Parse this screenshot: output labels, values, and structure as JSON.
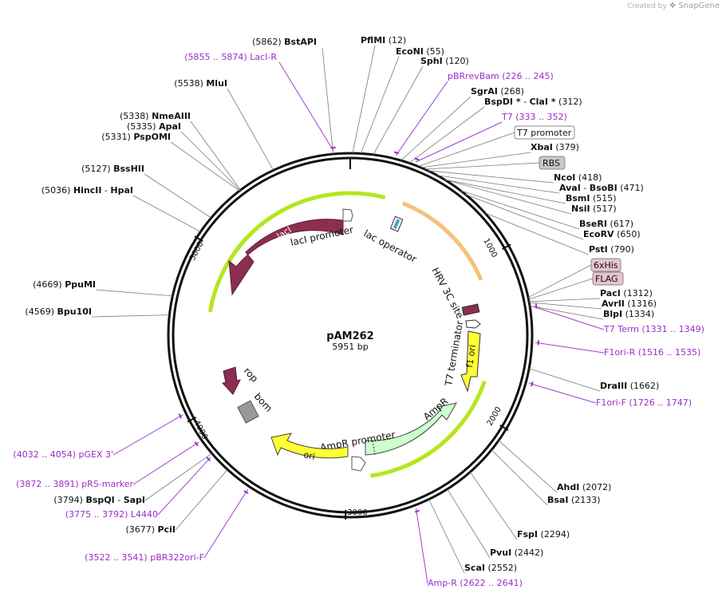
{
  "credit": {
    "prefix": "Created by",
    "brand": "SnapGene"
  },
  "plasmid": {
    "name": "pAM262",
    "length_label": "5951 bp",
    "length": 5951
  },
  "ticks": [
    "1000",
    "2000",
    "3000",
    "4000",
    "5000"
  ],
  "colors": {
    "green_outline": "#b5e61d",
    "orange_outline": "#f5c27a",
    "maroon": "#8b2e52",
    "yellow": "#ffff33",
    "light_green": "#ccffcc",
    "primer": "#9b2dc8",
    "tag_pink": "#e8c3cc",
    "rbs_grey": "#c8c8c8",
    "ori_grey": "#999999"
  },
  "features": [
    {
      "label": "lacI",
      "type": "arrow",
      "color": "maroon"
    },
    {
      "label": "lacI promoter",
      "type": "arrow",
      "color": "white"
    },
    {
      "label": "lac operator",
      "type": "box",
      "color": "teal"
    },
    {
      "label": "HRV 3C site",
      "type": "box",
      "color": "maroon"
    },
    {
      "label": "T7 terminator",
      "type": "arrow",
      "color": "white"
    },
    {
      "label": "f1 ori",
      "type": "arrow",
      "color": "yellow"
    },
    {
      "label": "AmpR",
      "type": "arrow",
      "color": "light_green"
    },
    {
      "label": "AmpR promoter",
      "type": "arrow",
      "color": "white"
    },
    {
      "label": "ori",
      "type": "arrow",
      "color": "yellow"
    },
    {
      "label": "rop",
      "type": "arrow",
      "color": "maroon"
    },
    {
      "label": "bom",
      "type": "box",
      "color": "grey"
    }
  ],
  "sites": [
    {
      "pos": "(5862)",
      "name": "BstAPI"
    },
    {
      "name": "PflMI",
      "pos": "(12)"
    },
    {
      "name": "EcoNI",
      "pos": "(55)"
    },
    {
      "name": "SphI",
      "pos": "(120)"
    },
    {
      "name": "SgrAI",
      "pos": "(268)"
    },
    {
      "name": "BspDI *",
      "sep": " - ",
      "name2": "ClaI *",
      "pos": "(312)"
    },
    {
      "name": "XbaI",
      "pos": "(379)"
    },
    {
      "name": "NcoI",
      "pos": "(418)"
    },
    {
      "name": "AvaI",
      "sep": " - ",
      "name2": "BsoBI",
      "pos": "(471)"
    },
    {
      "name": "BsmI",
      "pos": "(515)"
    },
    {
      "name": "NsiI",
      "pos": "(517)"
    },
    {
      "name": "BseRI",
      "pos": "(617)"
    },
    {
      "name": "EcoRV",
      "pos": "(650)"
    },
    {
      "name": "PstI",
      "pos": "(790)"
    },
    {
      "name": "PacI",
      "pos": "(1312)"
    },
    {
      "name": "AvrII",
      "pos": "(1316)"
    },
    {
      "name": "BlpI",
      "pos": "(1334)"
    },
    {
      "name": "DraIII",
      "pos": "(1662)"
    },
    {
      "name": "AhdI",
      "pos": "(2072)"
    },
    {
      "name": "BsaI",
      "pos": "(2133)"
    },
    {
      "name": "FspI",
      "pos": "(2294)"
    },
    {
      "name": "PvuI",
      "pos": "(2442)"
    },
    {
      "name": "ScaI",
      "pos": "(2552)"
    },
    {
      "pos": "(5538)",
      "name": "MluI"
    },
    {
      "pos": "(5338)",
      "name": "NmeAIII"
    },
    {
      "pos": "(5335)",
      "name": "ApaI"
    },
    {
      "pos": "(5331)",
      "name": "PspOMI"
    },
    {
      "pos": "(5127)",
      "name": "BssHII"
    },
    {
      "pos": "(5036)",
      "name": "HincII",
      "sep": " - ",
      "name2": "HpaI"
    },
    {
      "pos": "(4669)",
      "name": "PpuMI"
    },
    {
      "pos": "(4569)",
      "name": "Bpu10I"
    },
    {
      "pos": "(3794)",
      "name": "BspQI",
      "sep": " - ",
      "name2": "SapI"
    },
    {
      "pos": "(3677)",
      "name": "PciI"
    }
  ],
  "primers": [
    {
      "range": "(5855 .. 5874)",
      "name": "LacI-R"
    },
    {
      "name": "pBRrevBam",
      "range": "(226 .. 245)"
    },
    {
      "name": "T7",
      "range": "(333 .. 352)"
    },
    {
      "name": "T7 Term",
      "range": "(1331 .. 1349)"
    },
    {
      "name": "F1ori-R",
      "range": "(1516 .. 1535)"
    },
    {
      "name": "F1ori-F",
      "range": "(1726 .. 1747)"
    },
    {
      "name": "Amp-R",
      "range": "(2622 .. 2641)"
    },
    {
      "range": "(4032 .. 4054)",
      "name": "pGEX 3'"
    },
    {
      "range": "(3872 .. 3891)",
      "name": "pRS-marker"
    },
    {
      "range": "(3775 .. 3792)",
      "name": "L4440"
    },
    {
      "range": "(3522 .. 3541)",
      "name": "pBR322ori-F"
    }
  ],
  "tags": [
    "T7 promoter",
    "RBS",
    "6xHis",
    "FLAG"
  ]
}
